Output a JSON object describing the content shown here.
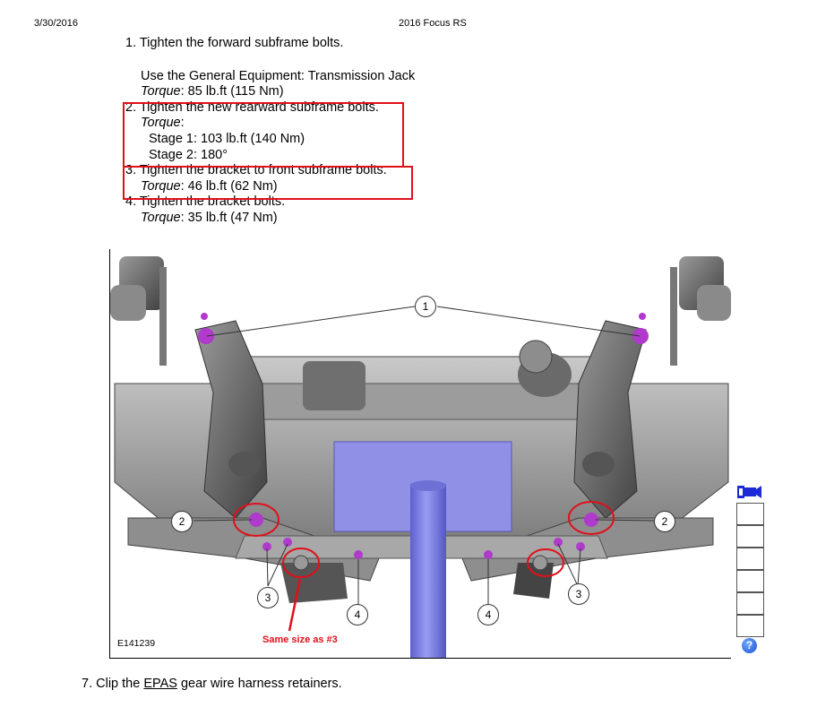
{
  "header": {
    "date": "3/30/2016",
    "title": "2016 Focus RS"
  },
  "steps": {
    "s1_title": "1. Tighten the forward subframe bolts.",
    "s1_equip": "Use the General Equipment: Transmission Jack",
    "s1_torque_label": "Torque",
    "s1_torque_value": ": 85 lb.ft (115 Nm)",
    "s2_title": "2. Tighten the new rearward subframe bolts.",
    "s2_torque_label": "Torque",
    "s2_torque_colon": ":",
    "s2_stage1": "Stage 1:  103 lb.ft (140 Nm)",
    "s2_stage2": "Stage 2:  180°",
    "s3_title": "3. Tighten the bracket to front subframe bolts.",
    "s3_torque_label": "Torque",
    "s3_torque_value": ": 46 lb.ft (62 Nm)",
    "s4_title": "4. Tighten the bracket bolts.",
    "s4_torque_label": "Torque",
    "s4_torque_value": ": 35 lb.ft (47 Nm)"
  },
  "figure": {
    "id": "E141239",
    "annotation": "Same size as #3",
    "callouts": {
      "c1": "1",
      "c2a": "2",
      "c2b": "2",
      "c3a": "3",
      "c3b": "3",
      "c4a": "4",
      "c4b": "4"
    },
    "colors": {
      "bolt": "#b03acc",
      "plate": "#8f90e6",
      "jack": "#8688e8",
      "highlight": "#e0101a"
    }
  },
  "step7": {
    "prefix": "7. Clip the ",
    "link": "EPAS",
    "suffix": " gear wire harness retainers."
  },
  "toolbar": {
    "camera_icon": "camera-icon",
    "help_label": "?"
  }
}
